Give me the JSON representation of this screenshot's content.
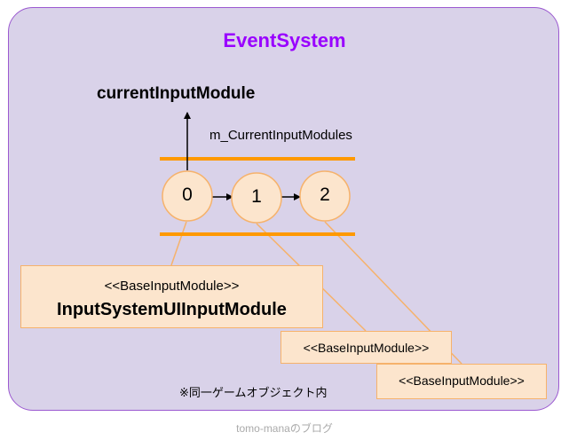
{
  "title": "EventSystem",
  "current_input_module": "currentInputModule",
  "list_label": "m_CurrentInputModules",
  "nodes": [
    "0",
    "1",
    "2"
  ],
  "modules": [
    {
      "stereotype": "<<BaseInputModule>>",
      "name": "InputSystemUIInputModule"
    },
    {
      "stereotype": "<<BaseInputModule>>"
    },
    {
      "stereotype": "<<BaseInputModule>>"
    }
  ],
  "note": "※同一ゲームオブジェクト内",
  "footer": "tomo-manaのブログ",
  "colors": {
    "panel_bg": "#d9d2e9",
    "panel_border": "#9b59d0",
    "title": "#9900ff",
    "orange": "#f6b26b",
    "bar": "#ff9900",
    "node_fill": "#fce5cd"
  }
}
